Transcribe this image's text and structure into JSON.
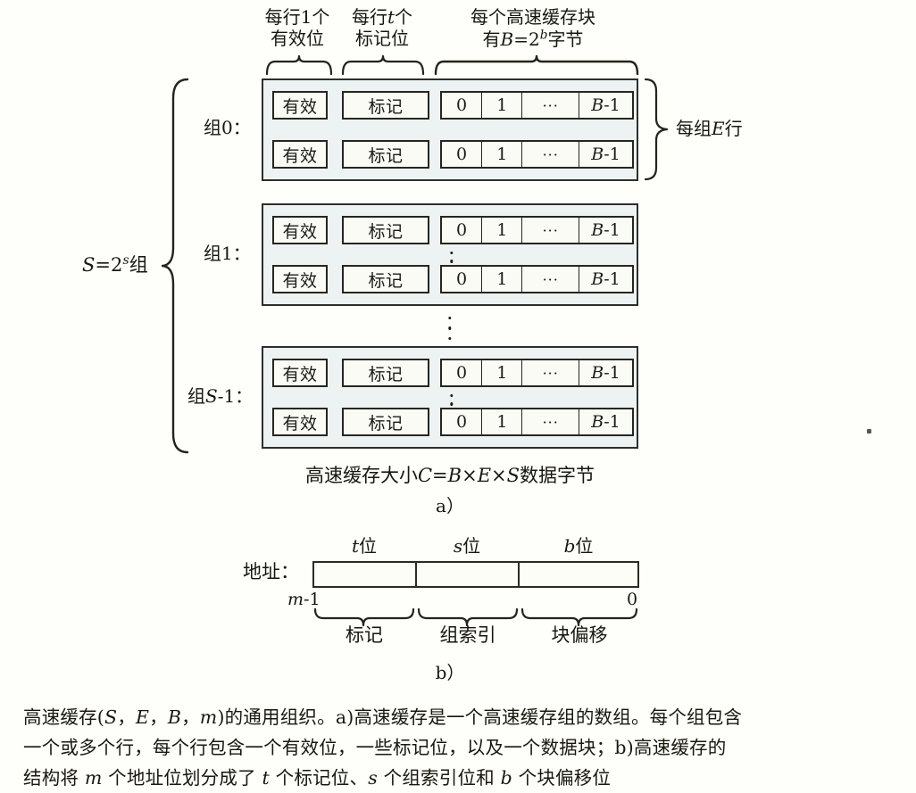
{
  "figure": {
    "top_labels": [
      {
        "line1": "每行1个",
        "line2": "有效位"
      },
      {
        "line1": "每行t个",
        "line2": "标记位"
      },
      {
        "line1": "每个高速缓存块",
        "line2": "有B=2b字节"
      }
    ],
    "top_label_tag_italic": "t",
    "top_label_block_b": "B",
    "top_label_block_exp": "b",
    "left_label": "S=2s组",
    "left_label_base": "S=2",
    "left_label_exp": "s",
    "left_label_suffix": "组",
    "right_label": "每组E行",
    "right_label_pre": "每组",
    "right_label_var": "E",
    "right_label_post": "行",
    "set_labels": [
      "组0：",
      "组1：",
      "组S-1："
    ],
    "set_label_last_pre": "组",
    "set_label_last_var": "S",
    "set_label_last_post": "-1：",
    "line_cells": {
      "valid": "有效",
      "tag": "标记",
      "block": [
        "0",
        "1",
        "···",
        "B-1"
      ],
      "block_last_var": "B",
      "block_last_suffix": "-1"
    },
    "size_caption": "高速缓存大小C=B×E×S数据字节",
    "size_caption_parts": {
      "pre": "高速缓存大小",
      "c": "C",
      "eq": "=",
      "b": "B",
      "x1": "×",
      "e": "E",
      "x2": "×",
      "s": "S",
      "post": "数据字节"
    },
    "panel_a_label": "a）",
    "panel_b_label": "b）"
  },
  "address": {
    "row_label": "地址：",
    "field_bit_labels": [
      {
        "var": "t",
        "unit": "位"
      },
      {
        "var": "s",
        "unit": "位"
      },
      {
        "var": "b",
        "unit": "位"
      }
    ],
    "msb_label": "m-1",
    "msb_var": "m",
    "msb_rest": "-1",
    "lsb_label": "0",
    "field_names": [
      "标记",
      "组索引",
      "块偏移"
    ]
  },
  "caption": {
    "lines": [
      "高速缓存(S，E，B，m)的通用组织。a)高速缓存是一个高速缓存组的数组。每个组包含",
      "一个或多个行，每个行包含一个有效位，一些标记位，以及一个数据块；b)高速缓存的",
      "结构将 m 个地址位划分成了 t 个标记位、s 个组索引位和 b 个块偏移位"
    ],
    "line1_a": "高速缓存(",
    "line1_vars": [
      "S",
      "E",
      "B",
      "m"
    ],
    "line1_sep": "，",
    "line1_b": ")的通用组织。a)高速缓存是一个高速缓存组的数组。每个组包含",
    "line2": "一个或多个行，每个行包含一个有效位，一些标记位，以及一个数据块；b)高速缓存的",
    "line3_a": "结构将 ",
    "line3_m": "m",
    "line3_b": " 个地址位划分成了 ",
    "line3_t": "t",
    "line3_c": " 个标记位、",
    "line3_s": "s",
    "line3_d": " 个组索引位和 ",
    "line3_bb": "b",
    "line3_e": " 个块偏移位"
  },
  "colors": {
    "page_background": "#fefefa",
    "set_box_fill": "#edf2f3",
    "cell_fill": "#fbfbf6",
    "ink": "#1a1a18"
  }
}
